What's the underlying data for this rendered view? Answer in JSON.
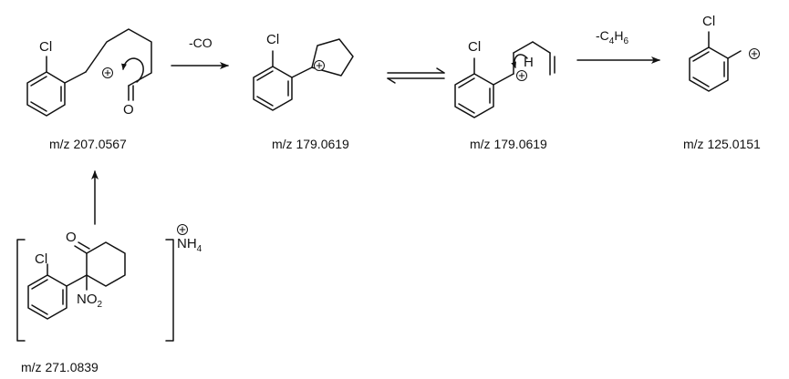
{
  "atoms": {
    "cl": "Cl",
    "o": "O",
    "h": "H",
    "nh": "NH",
    "nh_sub": "4",
    "no": "NO",
    "no_sub": "2"
  },
  "conditions": {
    "minus_co": "-CO",
    "minus_c4h6_prefix": "-C",
    "minus_c4h6_sub1": "4",
    "minus_c4h6_mid": "H",
    "minus_c4h6_sub2": "6"
  },
  "fragments": [
    {
      "mz": "m/z 207.0567"
    },
    {
      "mz": "m/z 179.0619"
    },
    {
      "mz": "m/z 179.0619"
    },
    {
      "mz": "m/z 125.0151"
    },
    {
      "mz": "m/z 271.0839"
    }
  ],
  "icons": [
    "positive-charge-icon",
    "curved-electron-arrow-icon",
    "reaction-arrow-icon",
    "equilibrium-arrow-icon"
  ]
}
